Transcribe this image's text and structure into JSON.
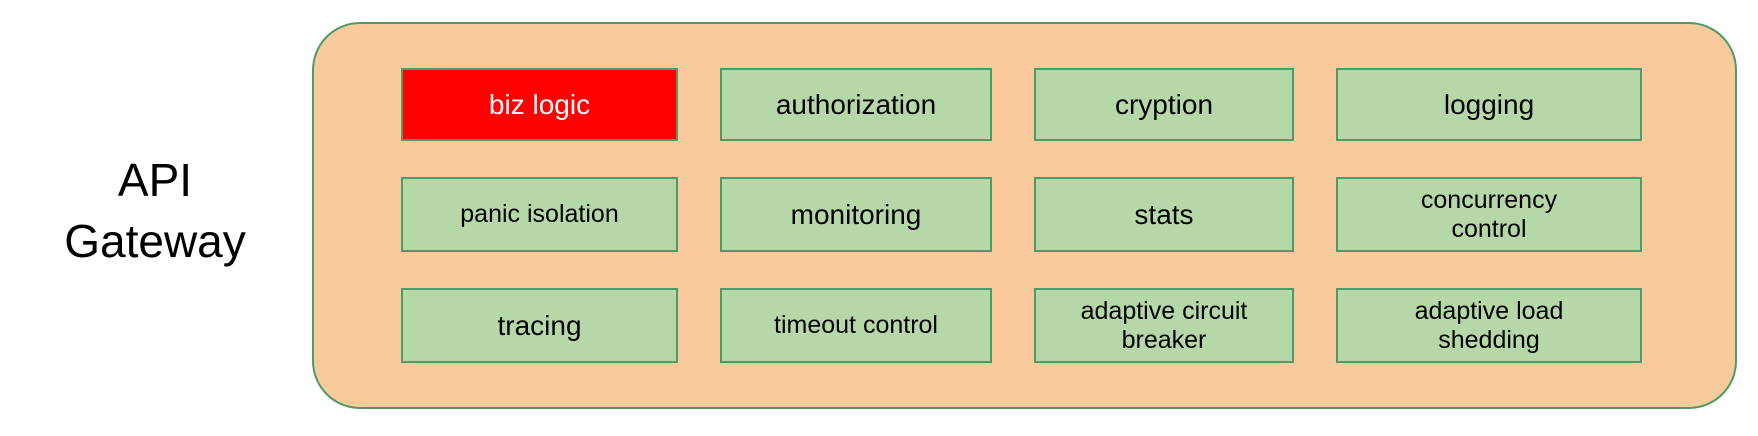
{
  "title": {
    "text": "API\nGateway"
  },
  "gateway": {
    "boxes": [
      {
        "label": "biz logic",
        "highlight": true
      },
      {
        "label": "authorization"
      },
      {
        "label": "cryption"
      },
      {
        "label": "logging"
      },
      {
        "label": "panic isolation"
      },
      {
        "label": "monitoring"
      },
      {
        "label": "stats"
      },
      {
        "label": "concurrency\ncontrol"
      },
      {
        "label": "tracing"
      },
      {
        "label": "timeout control"
      },
      {
        "label": "adaptive circuit\nbreaker"
      },
      {
        "label": "adaptive load\nshedding"
      }
    ]
  },
  "colors": {
    "page-bg": "#FFFFFF",
    "container-bg": "#F9CB9C",
    "box-bg": "#B6D7A8",
    "border-green": "#4E9B68",
    "highlight-bg": "#FF0000",
    "highlight-text": "#FFFFFF",
    "text": "#000000"
  }
}
